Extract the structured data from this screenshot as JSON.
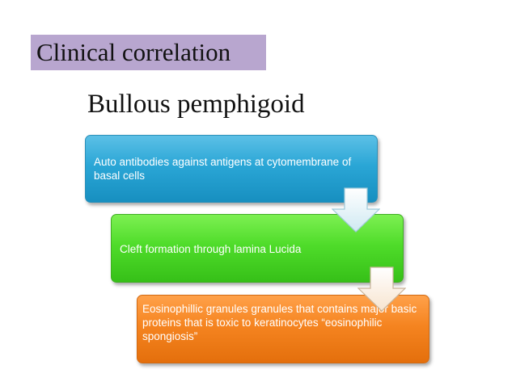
{
  "slide": {
    "heading": "Clinical correlation",
    "subtitle": "Bullous pemphigoid"
  },
  "process": {
    "steps": [
      {
        "text": "Auto antibodies against  antigens at cytomembrane of basal cells",
        "color": "#2aa6d6"
      },
      {
        "text": "Cleft formation through lamina Lucida",
        "color": "#4fdc2a"
      },
      {
        "text": "Eosinophillic granules granules that contains major basic proteins that is toxic to keratinocytes  “eosinophilic spongiosis”",
        "color": "#f58420"
      }
    ],
    "connector_icon": "down-arrow-icon"
  },
  "colors": {
    "heading_background": "#b8a6cf",
    "arrow_fill": "#dff0f5"
  }
}
